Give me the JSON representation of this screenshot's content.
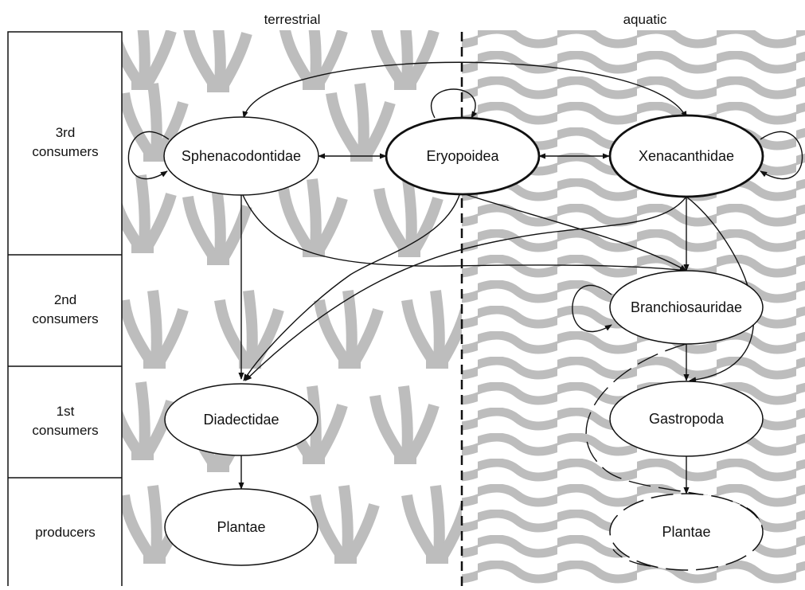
{
  "regions": {
    "left": "terrestrial",
    "right": "aquatic"
  },
  "levels": [
    {
      "id": "third",
      "line1": "3rd",
      "line2": "consumers"
    },
    {
      "id": "second",
      "line1": "2nd",
      "line2": "consumers"
    },
    {
      "id": "first",
      "line1": "1st",
      "line2": "consumers"
    },
    {
      "id": "producers",
      "line1": "producers",
      "line2": ""
    }
  ],
  "nodes": {
    "sphenacodontidae": "Sphenacodontidae",
    "eryopoidea": "Eryopoidea",
    "xenacanthidae": "Xenacanthidae",
    "branchiosauridae": "Branchiosauridae",
    "diadectidae": "Diadectidae",
    "gastropoda": "Gastropoda",
    "plantae_terrestrial": "Plantae",
    "plantae_aquatic": "Plantae"
  },
  "colors": {
    "ink": "#111111",
    "pattern": "#bdbdbd",
    "background": "#ffffff"
  }
}
